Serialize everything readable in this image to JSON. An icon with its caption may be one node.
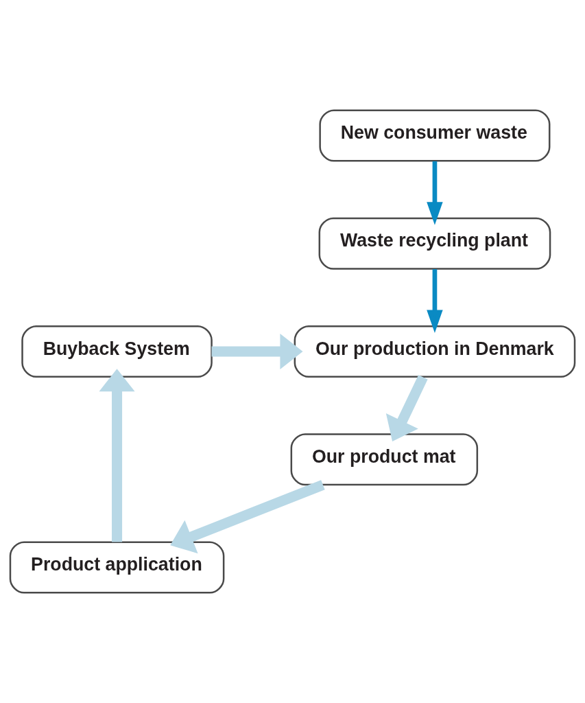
{
  "diagram": {
    "nodes": [
      {
        "text": [
          "New consumer waste"
        ]
      },
      {
        "text": [
          "Waste recycling plant"
        ]
      },
      {
        "text": [
          "Our production in Denmark"
        ]
      },
      {
        "text": [
          "Our product mat"
        ]
      },
      {
        "text": [
          "Product application"
        ]
      },
      {
        "text": [
          "Buyback System"
        ]
      }
    ],
    "edges": [
      {
        "from": 0,
        "to": 1,
        "arrow": "to",
        "color": "#0a8ac3"
      },
      {
        "from": 1,
        "to": 2,
        "arrow": "to",
        "color": "#0a8ac3"
      },
      {
        "from": 5,
        "to": 2,
        "arrow": "to"
      },
      {
        "from": 2,
        "to": 3,
        "arrow": "to"
      },
      {
        "from": 3,
        "to": 4,
        "arrow": "to"
      },
      {
        "from": 4,
        "to": 5,
        "arrow": "to"
      }
    ]
  }
}
